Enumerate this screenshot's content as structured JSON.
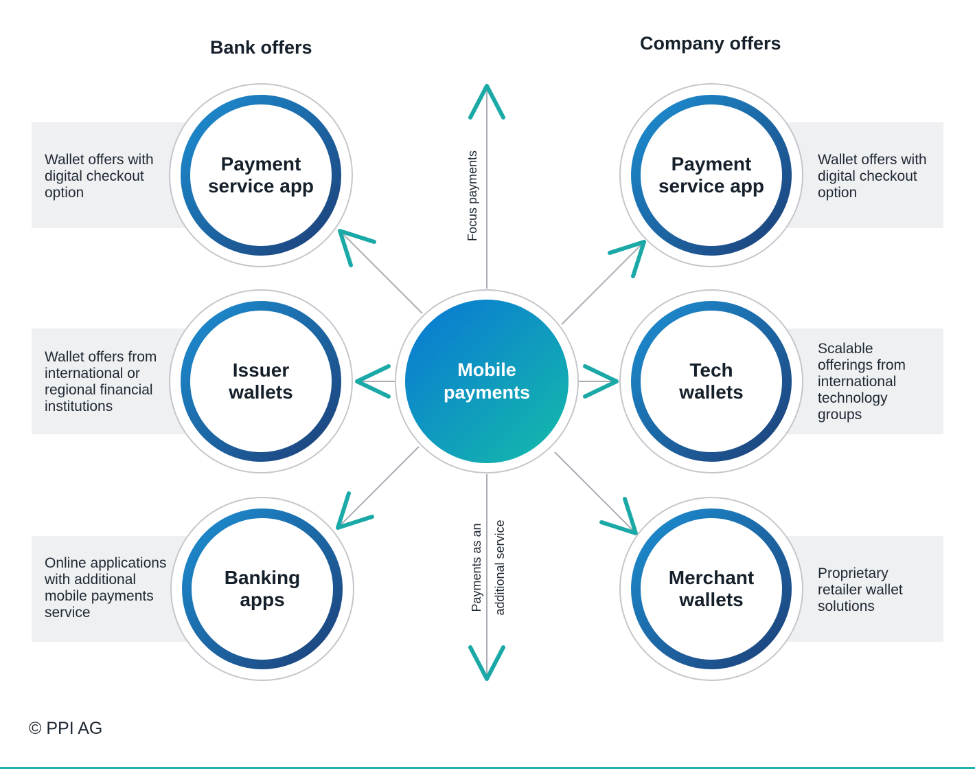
{
  "headings": {
    "bank": "Bank offers",
    "company": "Company offers"
  },
  "hub": {
    "line1": "Mobile",
    "line2": "payments"
  },
  "bank": [
    {
      "line1": "Payment",
      "line2": "service app",
      "description": [
        "Wallet offers with",
        "digital checkout",
        "option"
      ]
    },
    {
      "line1": "Issuer",
      "line2": "wallets",
      "description": [
        "Wallet offers from",
        "international or",
        "regional financial",
        "institutions"
      ]
    },
    {
      "line1": "Banking",
      "line2": "apps",
      "description": [
        "Online applications",
        "with additional",
        "mobile payments",
        "service"
      ]
    }
  ],
  "company": [
    {
      "line1": "Payment",
      "line2": "service app",
      "description": [
        "Wallet offers with",
        "digital checkout",
        "option"
      ]
    },
    {
      "line1": "Tech",
      "line2": "wallets",
      "description": [
        "Scalable",
        "offerings from",
        "international",
        "technology",
        "groups"
      ]
    },
    {
      "line1": "Merchant",
      "line2": "wallets",
      "description": [
        "Proprietary",
        "retailer wallet",
        "solutions"
      ]
    }
  ],
  "axis": {
    "top": [
      "Focus payments"
    ],
    "bottom": [
      "Payments as an",
      "additional service"
    ]
  },
  "copyright": "© PPI AG",
  "colors": {
    "ring_light": "#1c8fd2",
    "ring_dark": "#1d3f78",
    "hub_start": "#0a7fd0",
    "hub_end": "#14b5ad",
    "arrow": "#1aa9a7",
    "line": "#a9adb3",
    "panel": "#eff0f2",
    "outer_ring": "#c3c7cc"
  }
}
